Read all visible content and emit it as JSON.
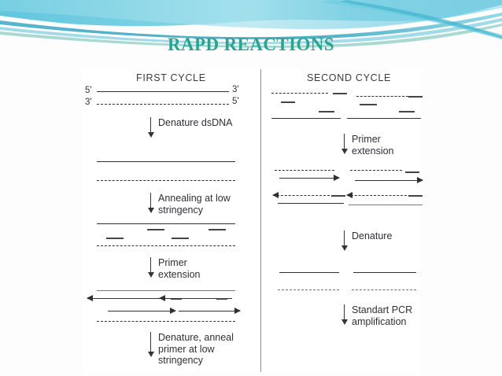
{
  "slide": {
    "title": "RAPD REACTIONS",
    "title_color": "#2aa391",
    "background_color": "#fdfdfe",
    "panel_color": "#ffffff"
  },
  "header": {
    "wave_colors": [
      "#5bc4de",
      "#7fd4e4",
      "#a9e3ee",
      "#3eb6cf",
      "#2aa391"
    ]
  },
  "figure": {
    "columns": [
      {
        "heading": "FIRST CYCLE",
        "end_labels": {
          "left_top": "5'",
          "left_bottom": "3'",
          "right_top": "3'",
          "right_bottom": "5'"
        },
        "steps": [
          {
            "id": "denature-dsdna",
            "label": "Denature dsDNA"
          },
          {
            "id": "annealing-low-stringency",
            "label": "Annealing at low\nstringency"
          },
          {
            "id": "primer-extension",
            "label": "Primer\nextension"
          },
          {
            "id": "denature-anneal-primer",
            "label": "Denature, anneal\nprimer at low\nstringency"
          }
        ]
      },
      {
        "heading": "SECOND CYCLE",
        "steps": [
          {
            "id": "primer-extension-2",
            "label": "Primer\nextension"
          },
          {
            "id": "denature-2",
            "label": "Denature"
          },
          {
            "id": "standart-pcr-amplification",
            "label": "Standart PCR\namplification"
          }
        ]
      }
    ]
  }
}
